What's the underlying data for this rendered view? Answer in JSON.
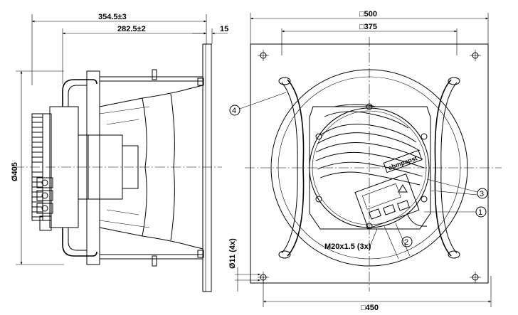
{
  "side_view": {
    "dim_overall_length": "354.5±3",
    "dim_inner_length": "282.5±2",
    "dim_flange": "15",
    "dim_diameter": "Ø405"
  },
  "front_view": {
    "dim_plate_width": "□500",
    "dim_hole_spacing_top": "□375",
    "dim_hole_spacing_bottom": "□450",
    "dim_hole_diameter": "Ø11 (4x)",
    "thread_label": "M20x1.5 (3x)",
    "brand": "ebmpapst",
    "callouts": [
      "1",
      "2",
      "3",
      "4"
    ]
  }
}
